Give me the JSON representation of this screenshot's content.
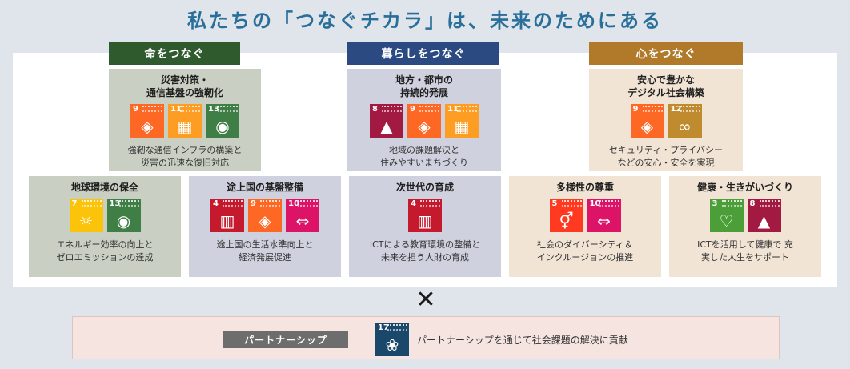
{
  "title": "私たちの「つなぐチカラ」は、未来のためにある",
  "colors": {
    "life": "#2e5a2d",
    "living": "#2b4a82",
    "heart": "#b07a2a",
    "card_life": "#c9cfc3",
    "card_living": "#cfd1de",
    "card_heart": "#f1e4d5",
    "sdg3": "#4c9f38",
    "sdg4": "#c5192d",
    "sdg5": "#ff3a21",
    "sdg7": "#fcc30b",
    "sdg8": "#a21942",
    "sdg9": "#fd6925",
    "sdg10": "#dd1367",
    "sdg11": "#fd9d24",
    "sdg12": "#bf8b2e",
    "sdg13": "#3f7e44",
    "sdg17": "#19486a"
  },
  "headers": {
    "life": "命をつなぐ",
    "living": "暮らしをつなぐ",
    "heart": "心をつなぐ"
  },
  "cards": {
    "disaster": {
      "title": "災害対策・\n通信基盤の強靭化",
      "desc": "強靭な通信インフラの構築と\n災害の迅速な復旧対応",
      "icons": [
        "9",
        "11",
        "13"
      ]
    },
    "regional": {
      "title": "地方・都市の\n持続的発展",
      "desc": "地域の課題解決と\n住みやすいまちづくり",
      "icons": [
        "8",
        "9",
        "11"
      ]
    },
    "digital": {
      "title": "安心で豊かな\nデジタル社会構築",
      "desc": "セキュリティ・プライバシー\nなどの安心・安全を実現",
      "icons": [
        "9",
        "12"
      ]
    },
    "environment": {
      "title": "地球環境の保全",
      "desc": "エネルギー効率の向上と\nゼロエミッションの達成",
      "icons": [
        "7",
        "13"
      ]
    },
    "developing": {
      "title": "途上国の基盤整備",
      "desc": "途上国の生活水準向上と\n経済発展促進",
      "icons": [
        "4",
        "9",
        "10"
      ]
    },
    "nextgen": {
      "title": "次世代の育成",
      "desc": "ICTによる教育環境の整備と\n未来を担う人財の育成",
      "icons": [
        "4"
      ]
    },
    "diversity": {
      "title": "多様性の尊重",
      "desc": "社会のダイバーシティ＆\nインクルージョンの推進",
      "icons": [
        "5",
        "10"
      ]
    },
    "health": {
      "title": "健康・生きがいづくり",
      "desc": "ICTを活用して健康で 充\n実した人生をサポート",
      "icons": [
        "3",
        "8"
      ]
    }
  },
  "times_symbol": "✕",
  "partnership": {
    "label": "パートナーシップ",
    "icon": "17",
    "desc": "パートナーシップを通じて社会課題の解決に貢献"
  }
}
